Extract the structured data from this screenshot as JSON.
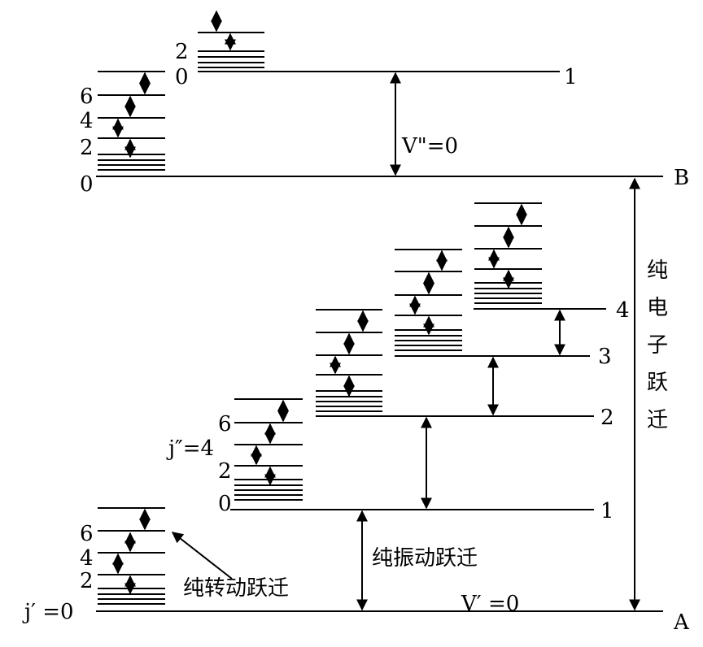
{
  "electronic_states": {
    "lower": "A",
    "upper": "B"
  },
  "vibrational_labels": {
    "v1": "1",
    "v2": "2",
    "v3": "3",
    "v4": "4",
    "upper_v1": "1"
  },
  "rotational_labels": {
    "r6": "6",
    "r4": "4",
    "r2": "2",
    "r0": "0",
    "j_prime": "j′ =0",
    "j_double_prime": "j″=4"
  },
  "quantum_labels": {
    "v_prime": "V′ =0",
    "v_double_prime": "V\"=0"
  },
  "transitions": {
    "pure_rotational": "纯转动跃迁",
    "pure_vibrational": "纯振动跃迁",
    "pure_electronic": [
      "纯",
      "电",
      "子",
      "跃",
      "迁"
    ]
  }
}
